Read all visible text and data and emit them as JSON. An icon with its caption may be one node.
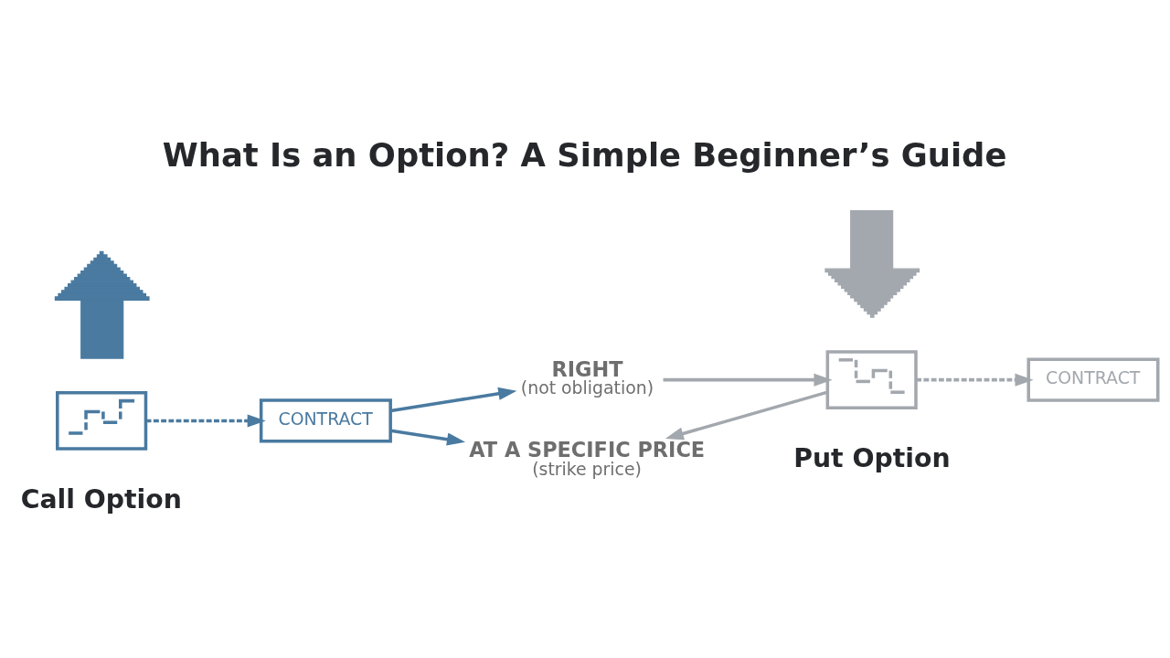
{
  "diagram": {
    "title": "What Is an Option? A Simple Beginner’s Guide",
    "nodes": [
      {
        "text": [],
        "shape": "arrow"
      },
      {
        "text": [],
        "shape": "picture"
      },
      {
        "text": [
          "CONTRACT"
        ]
      },
      {
        "text": [
          "RIGHT",
          "(not obligation)"
        ]
      },
      {
        "text": [
          "AT A SPECIFIC PRICE",
          "(strike price)"
        ]
      },
      {
        "text": [],
        "shape": "arrow"
      },
      {
        "text": [],
        "shape": "picture"
      },
      {
        "text": [
          "CONTRACT"
        ]
      }
    ],
    "edges": [
      {
        "from": 1,
        "to": 2,
        "arrow": "to",
        "style": "dashed",
        "color": "#4a7aa0"
      },
      {
        "from": 2,
        "to": 3,
        "arrow": "to",
        "color": "#4a7aa0"
      },
      {
        "from": 2,
        "to": 4,
        "arrow": "to",
        "color": "#4a7aa0"
      },
      {
        "from": 3,
        "to": 6,
        "arrow": "to",
        "color": "#a3a8ae"
      },
      {
        "from": 6,
        "to": 4,
        "arrow": "to",
        "color": "#a3a8ae"
      },
      {
        "from": 6,
        "to": 7,
        "arrow": "to",
        "style": "dashed",
        "color": "#a3a8ae"
      }
    ],
    "labels": [
      "Call Option",
      "Put Option"
    ]
  }
}
